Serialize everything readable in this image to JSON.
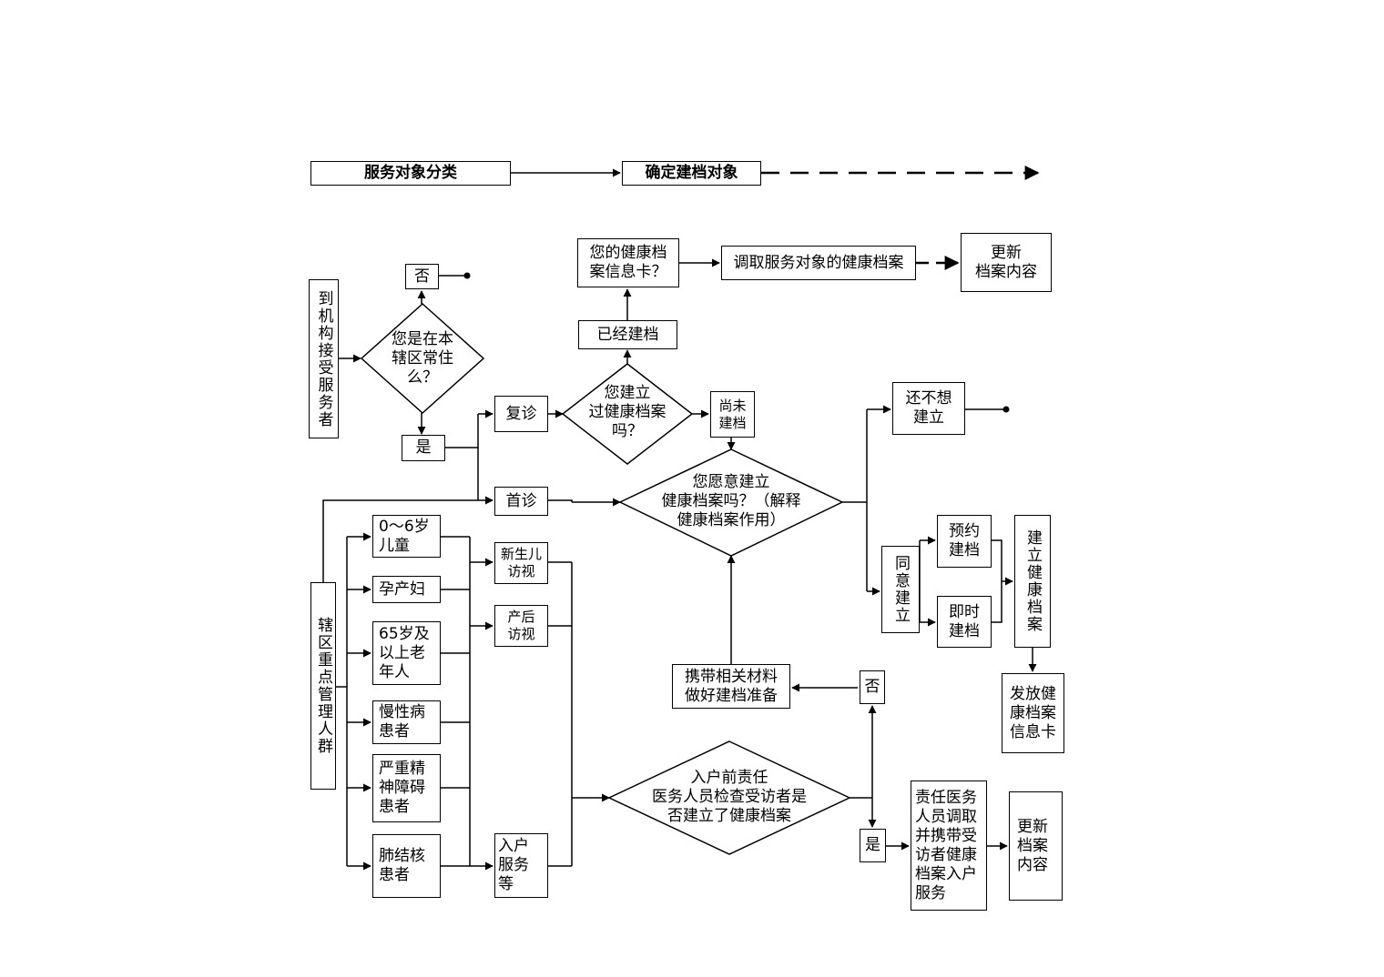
{
  "header": {
    "step1": "服务对象分类",
    "step2": "确定建档对象"
  },
  "nodes": {
    "walk_in": "到机构接受服务者",
    "q_resident": "您是在本\n辖区常住\n么？",
    "no_top": "否",
    "yes_left": "是",
    "revisit": "复诊",
    "first_visit": "首诊",
    "q_built": "您建立\n过健康档案\n吗？",
    "already_built": "已经建档",
    "q_card": "您的健康档\n案信息卡？",
    "retrieve": "调取服务对象的健康档案",
    "update_top": "更新\n档案内容",
    "not_built": "尚未\n建档",
    "q_willing": "您愿意建立\n健康档案吗？（解释\n健康档案作用）",
    "not_yet": "还不想\n建立",
    "agree": "同意建立",
    "appointment": "预约\n建档",
    "immediate": "即时\n建档",
    "establish": "建立健康档案",
    "issue_card": "发放健\n康档案\n信息卡",
    "key_groups": "辖区重点管理人群",
    "g_child": "0～6岁\n儿童",
    "g_pregnant": "孕产妇",
    "g_elderly": "65岁及\n以上老\n年人",
    "g_chronic": "慢性病\n患者",
    "g_mental": "严重精\n神障碍\n患者",
    "g_tb": "肺结核\n患者",
    "newborn_visit": "新生儿\n访视",
    "postpartum_visit": "产后\n访视",
    "home_service": "入户\n服务\n等",
    "q_home": "入户前责任\n医务人员检查受访者是\n否建立了健康档案",
    "no_right": "否",
    "prepare": "携带相关材料\n做好建档准备",
    "yes_right": "是",
    "doctor_bring": "责任医务\n人员调取\n并携带受\n访者健康\n档案入户\n服务",
    "update_bottom": "更新\n档案\n内容"
  }
}
